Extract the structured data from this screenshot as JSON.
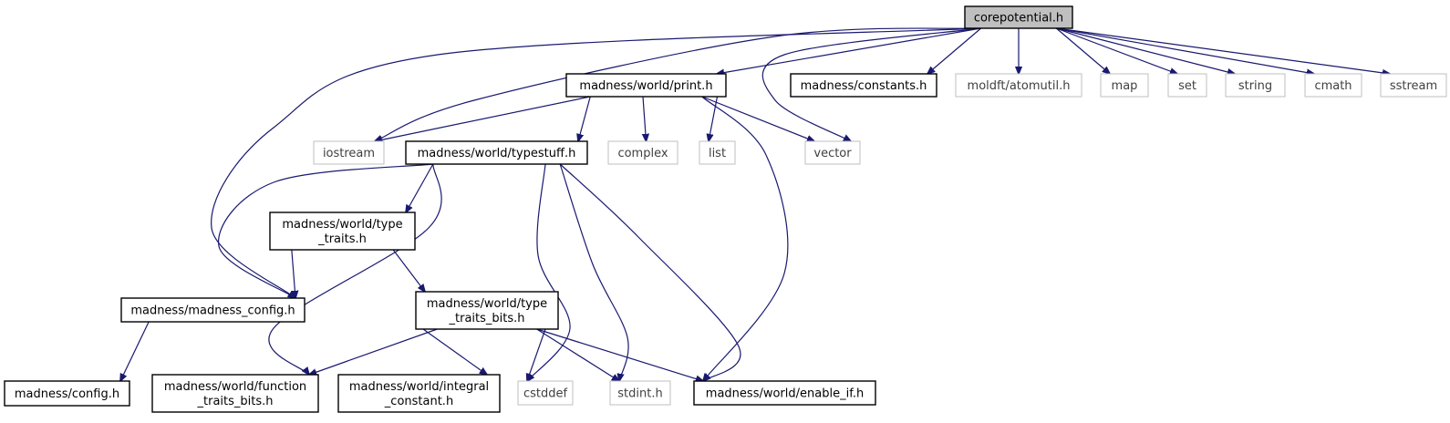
{
  "diagram": {
    "nodes": [
      {
        "id": "root",
        "lines": [
          "corepotential.h"
        ],
        "kind": "root"
      },
      {
        "id": "print",
        "lines": [
          "madness/world/print.h"
        ],
        "kind": "file"
      },
      {
        "id": "constants",
        "lines": [
          "madness/constants.h"
        ],
        "kind": "file"
      },
      {
        "id": "atomutil",
        "lines": [
          "moldft/atomutil.h"
        ],
        "kind": "external"
      },
      {
        "id": "map",
        "lines": [
          "map"
        ],
        "kind": "external"
      },
      {
        "id": "set",
        "lines": [
          "set"
        ],
        "kind": "external"
      },
      {
        "id": "string",
        "lines": [
          "string"
        ],
        "kind": "external"
      },
      {
        "id": "cmath",
        "lines": [
          "cmath"
        ],
        "kind": "external"
      },
      {
        "id": "sstream",
        "lines": [
          "sstream"
        ],
        "kind": "external"
      },
      {
        "id": "iostream",
        "lines": [
          "iostream"
        ],
        "kind": "external"
      },
      {
        "id": "typestuff",
        "lines": [
          "madness/world/typestuff.h"
        ],
        "kind": "file"
      },
      {
        "id": "complex",
        "lines": [
          "complex"
        ],
        "kind": "external"
      },
      {
        "id": "list",
        "lines": [
          "list"
        ],
        "kind": "external"
      },
      {
        "id": "vector",
        "lines": [
          "vector"
        ],
        "kind": "external"
      },
      {
        "id": "type_traits",
        "lines": [
          "madness/world/type",
          "_traits.h"
        ],
        "kind": "file"
      },
      {
        "id": "madness_config",
        "lines": [
          "madness/madness_config.h"
        ],
        "kind": "file"
      },
      {
        "id": "type_traits_bits",
        "lines": [
          "madness/world/type",
          "_traits_bits.h"
        ],
        "kind": "file"
      },
      {
        "id": "config",
        "lines": [
          "madness/config.h"
        ],
        "kind": "file"
      },
      {
        "id": "function_traits_bits",
        "lines": [
          "madness/world/function",
          "_traits_bits.h"
        ],
        "kind": "file"
      },
      {
        "id": "integral_constant",
        "lines": [
          "madness/world/integral",
          "_constant.h"
        ],
        "kind": "file"
      },
      {
        "id": "cstddef",
        "lines": [
          "cstddef"
        ],
        "kind": "external"
      },
      {
        "id": "stdint",
        "lines": [
          "stdint.h"
        ],
        "kind": "external"
      },
      {
        "id": "enable_if",
        "lines": [
          "madness/world/enable_if.h"
        ],
        "kind": "file"
      }
    ],
    "edges": [
      {
        "from": "root",
        "to": "print"
      },
      {
        "from": "root",
        "to": "constants"
      },
      {
        "from": "root",
        "to": "atomutil"
      },
      {
        "from": "root",
        "to": "map"
      },
      {
        "from": "root",
        "to": "set"
      },
      {
        "from": "root",
        "to": "string"
      },
      {
        "from": "root",
        "to": "cmath"
      },
      {
        "from": "root",
        "to": "sstream"
      },
      {
        "from": "root",
        "to": "iostream"
      },
      {
        "from": "root",
        "to": "vector"
      },
      {
        "from": "root",
        "to": "madness_config"
      },
      {
        "from": "print",
        "to": "iostream"
      },
      {
        "from": "print",
        "to": "typestuff"
      },
      {
        "from": "print",
        "to": "complex"
      },
      {
        "from": "print",
        "to": "list"
      },
      {
        "from": "print",
        "to": "vector"
      },
      {
        "from": "print",
        "to": "enable_if"
      },
      {
        "from": "typestuff",
        "to": "madness_config"
      },
      {
        "from": "typestuff",
        "to": "type_traits"
      },
      {
        "from": "typestuff",
        "to": "function_traits_bits"
      },
      {
        "from": "typestuff",
        "to": "cstddef"
      },
      {
        "from": "typestuff",
        "to": "stdint"
      },
      {
        "from": "typestuff",
        "to": "enable_if"
      },
      {
        "from": "type_traits",
        "to": "madness_config"
      },
      {
        "from": "type_traits",
        "to": "type_traits_bits"
      },
      {
        "from": "madness_config",
        "to": "config"
      },
      {
        "from": "type_traits_bits",
        "to": "function_traits_bits"
      },
      {
        "from": "type_traits_bits",
        "to": "integral_constant"
      },
      {
        "from": "type_traits_bits",
        "to": "cstddef"
      },
      {
        "from": "type_traits_bits",
        "to": "stdint"
      },
      {
        "from": "type_traits_bits",
        "to": "enable_if"
      }
    ]
  }
}
